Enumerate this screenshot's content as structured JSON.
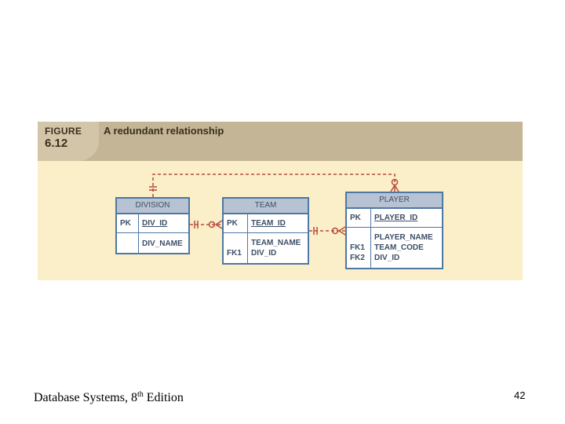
{
  "figure": {
    "label": "FIGURE",
    "number": "6.12",
    "title": "A redundant relationship"
  },
  "entities": {
    "division": {
      "name": "DIVISION",
      "rows": [
        {
          "keys": [
            "PK"
          ],
          "attrs": [
            "DIV_ID"
          ]
        },
        {
          "keys": [],
          "attrs": [
            "DIV_NAME"
          ]
        }
      ]
    },
    "team": {
      "name": "TEAM",
      "rows": [
        {
          "keys": [
            "PK"
          ],
          "attrs": [
            "TEAM_ID"
          ]
        },
        {
          "keys": [
            "",
            "FK1"
          ],
          "attrs": [
            "TEAM_NAME",
            "DIV_ID"
          ]
        }
      ]
    },
    "player": {
      "name": "PLAYER",
      "rows": [
        {
          "keys": [
            "PK"
          ],
          "attrs": [
            "PLAYER_ID"
          ]
        },
        {
          "keys": [
            "",
            "FK1",
            "FK2"
          ],
          "attrs": [
            "PLAYER_NAME",
            "TEAM_CODE",
            "DIV_ID"
          ]
        }
      ]
    }
  },
  "footer": {
    "book_prefix": "Database Systems, 8",
    "book_sup": "th",
    "book_suffix": " Edition",
    "page_number": "42"
  },
  "colors": {
    "figure_background": "#fbefc9",
    "header_band": "#c4b596",
    "entity_border": "#4d77a4",
    "entity_header": "#b7c3d2",
    "relationship_line": "#b84a3a"
  }
}
